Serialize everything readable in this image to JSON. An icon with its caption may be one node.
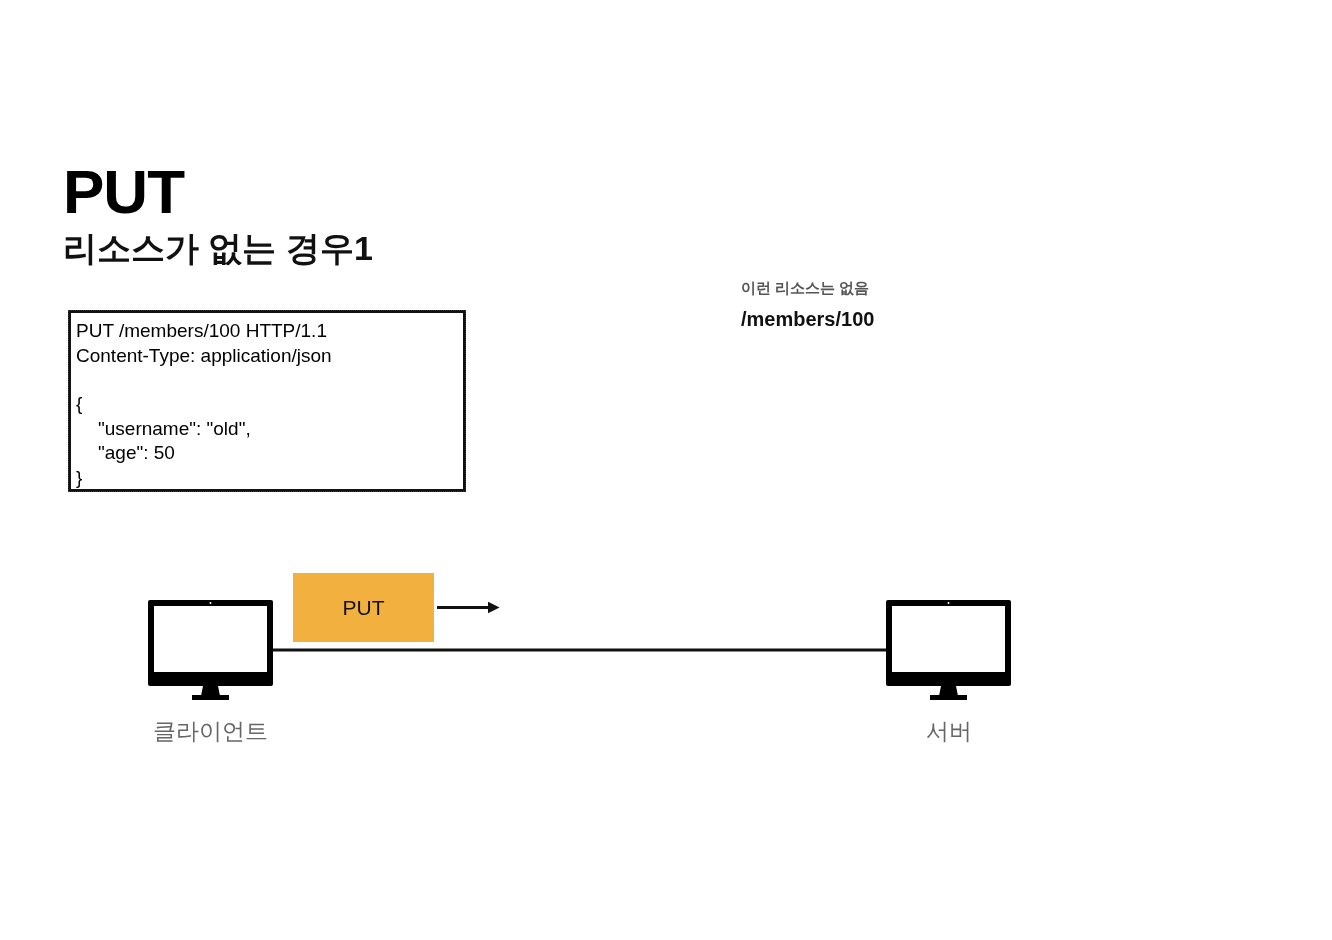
{
  "diagram": {
    "title": "PUT",
    "nodes": [
      {
        "text": [
          "PUT /members/100 HTTP/1.1",
          "Content-Type: application/json",
          "{",
          "\"username\": \"old\",",
          "\"age\": 50",
          "}"
        ]
      },
      {
        "text": [
          "PUT"
        ]
      },
      {
        "text": [],
        "shape": "picture",
        "beside": [
          "클라이언트"
        ]
      },
      {
        "text": [],
        "shape": "picture",
        "beside": [
          "서버"
        ]
      }
    ],
    "edges": [
      {
        "from": 1,
        "to": null,
        "arrow": "to"
      },
      {
        "from": 2,
        "to": 3,
        "arrow": "none"
      }
    ],
    "labels": [
      "리소스가 없는 경우1",
      "이런 리소스는 없음",
      "/members/100"
    ]
  }
}
